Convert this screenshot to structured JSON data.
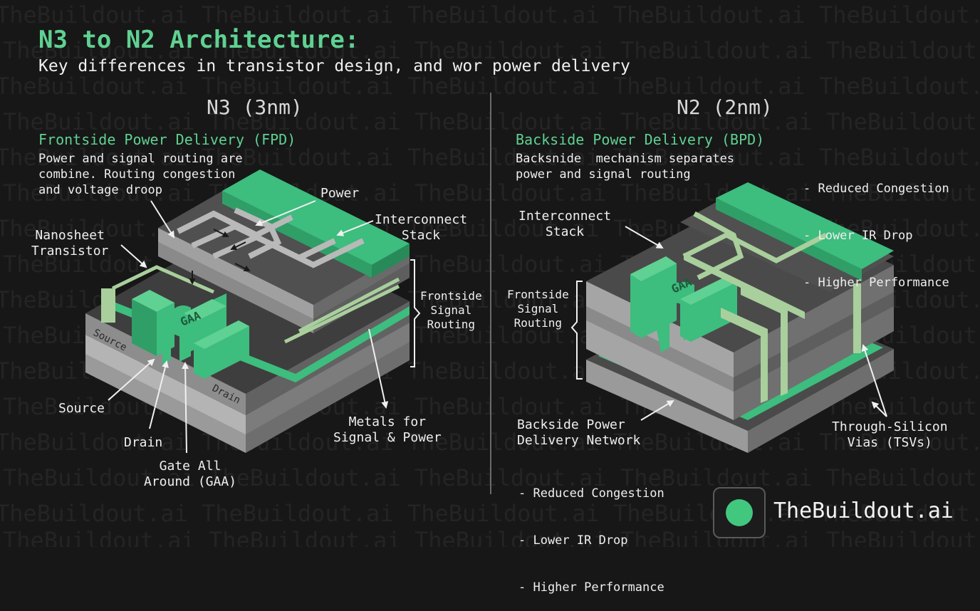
{
  "watermark_text": "TheBuildout.ai TheBuildout.ai TheBuildout.ai TheBuildout.ai TheBuildout.ai TheBuildout.ai",
  "header": {
    "title": "N3 to N2 Architecture:",
    "subtitle": "Key differences in transistor design, and wor power delivery"
  },
  "left": {
    "heading": "N3 (3nm)",
    "section_title": "Frontside Power Delivery (FPD)",
    "description": "Power and signal routing are\ncombine. Routing congestion\nand voltage droop",
    "labels": {
      "nanosheet": "Nanosheet\nTransistor",
      "power": "Power",
      "interconnect": "Interconnect\nStack",
      "frontside": "Frontside\nSignal\nRouting",
      "metals": "Metals for\nSignal & Power",
      "source": "Source",
      "drain": "Drain",
      "gaa": "Gate All\nAround (GAA)",
      "block_source": "Source",
      "block_drain": "Drain",
      "block_gaa": "GAA"
    }
  },
  "right": {
    "heading": "N2 (2nm)",
    "section_title": "Backside Power Delivery (BPD)",
    "description": "Backsnide  mechanism separates\npower and signal routing",
    "benefits_top": [
      "- Reduced Congestion",
      "- Lower IR Drop",
      "- Higher Performance"
    ],
    "labels": {
      "interconnect": "Interconnect\nStack",
      "frontside": "Frontside\nSignal\nRouting",
      "backside_network": "Backside Power\nDelivery Network",
      "tsv": "Through-Silicon\nVias (TSVs)",
      "block_gaa": "GAA"
    },
    "benefits_bottom": [
      "- Reduced Congestion",
      "- Lower IR Drop",
      "- Higher Performance"
    ]
  },
  "brand": {
    "name": "TheBuildout.ai"
  },
  "colors": {
    "accent": "#5fd192",
    "green_face": "#3dbd7e",
    "pale_green": "#a9cf9c"
  }
}
